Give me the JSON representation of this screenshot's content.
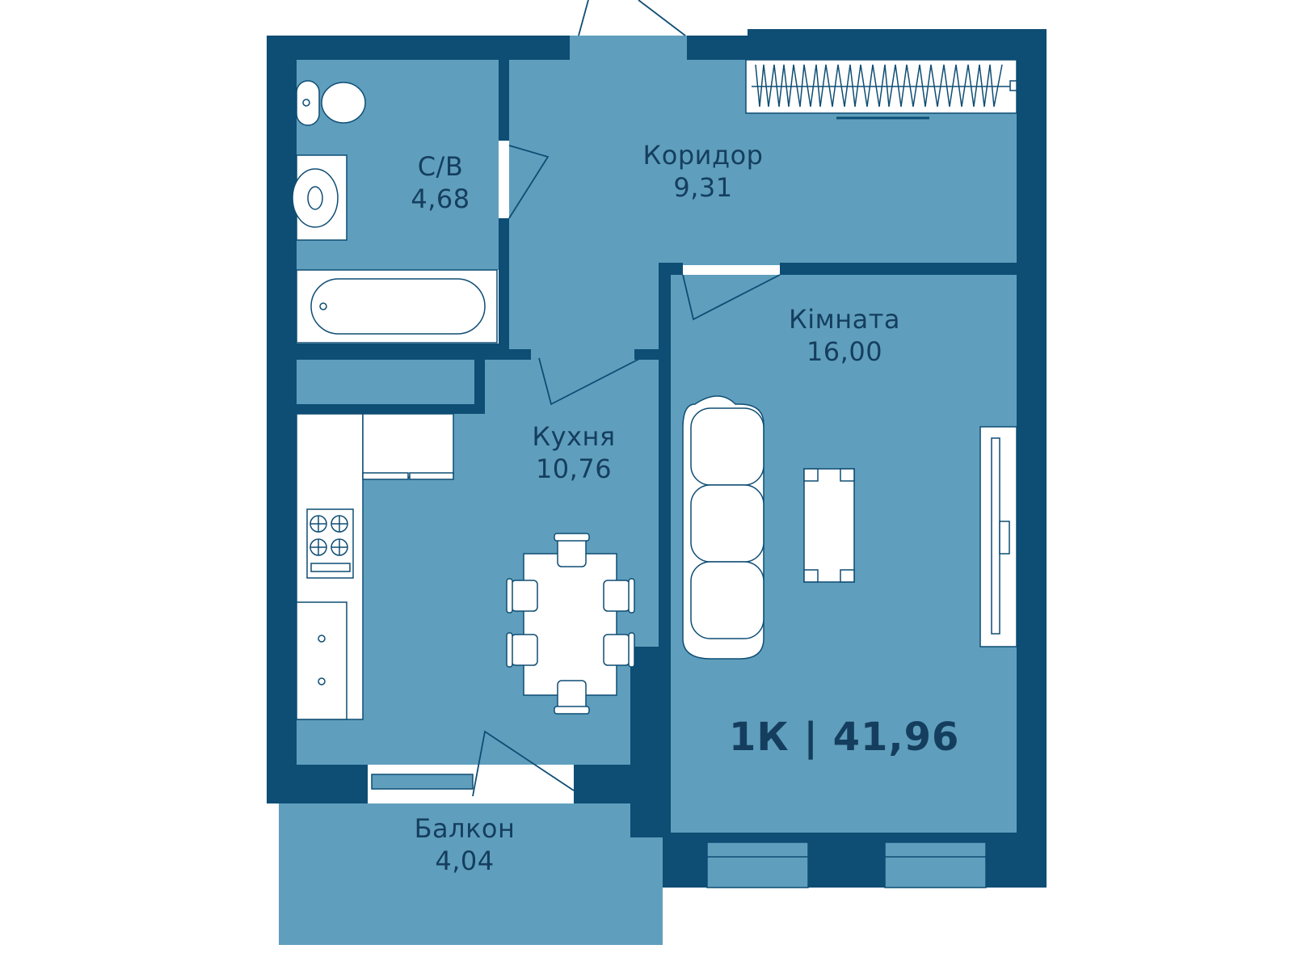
{
  "plan": {
    "colors": {
      "wall": "#0e4d74",
      "floor": "#5f9fbd",
      "furniture": "#ffffff",
      "text": "#153e5e"
    },
    "rooms": [
      {
        "id": "bathroom",
        "name": "С/В",
        "area": "4,68"
      },
      {
        "id": "corridor",
        "name": "Коридор",
        "area": "9,31"
      },
      {
        "id": "room",
        "name": "Кімната",
        "area": "16,00"
      },
      {
        "id": "kitchen",
        "name": "Кухня",
        "area": "10,76"
      },
      {
        "id": "balcony",
        "name": "Балкон",
        "area": "4,04"
      }
    ],
    "summary": {
      "rooms": "1К",
      "separator": "|",
      "total_area": "41,96"
    }
  }
}
